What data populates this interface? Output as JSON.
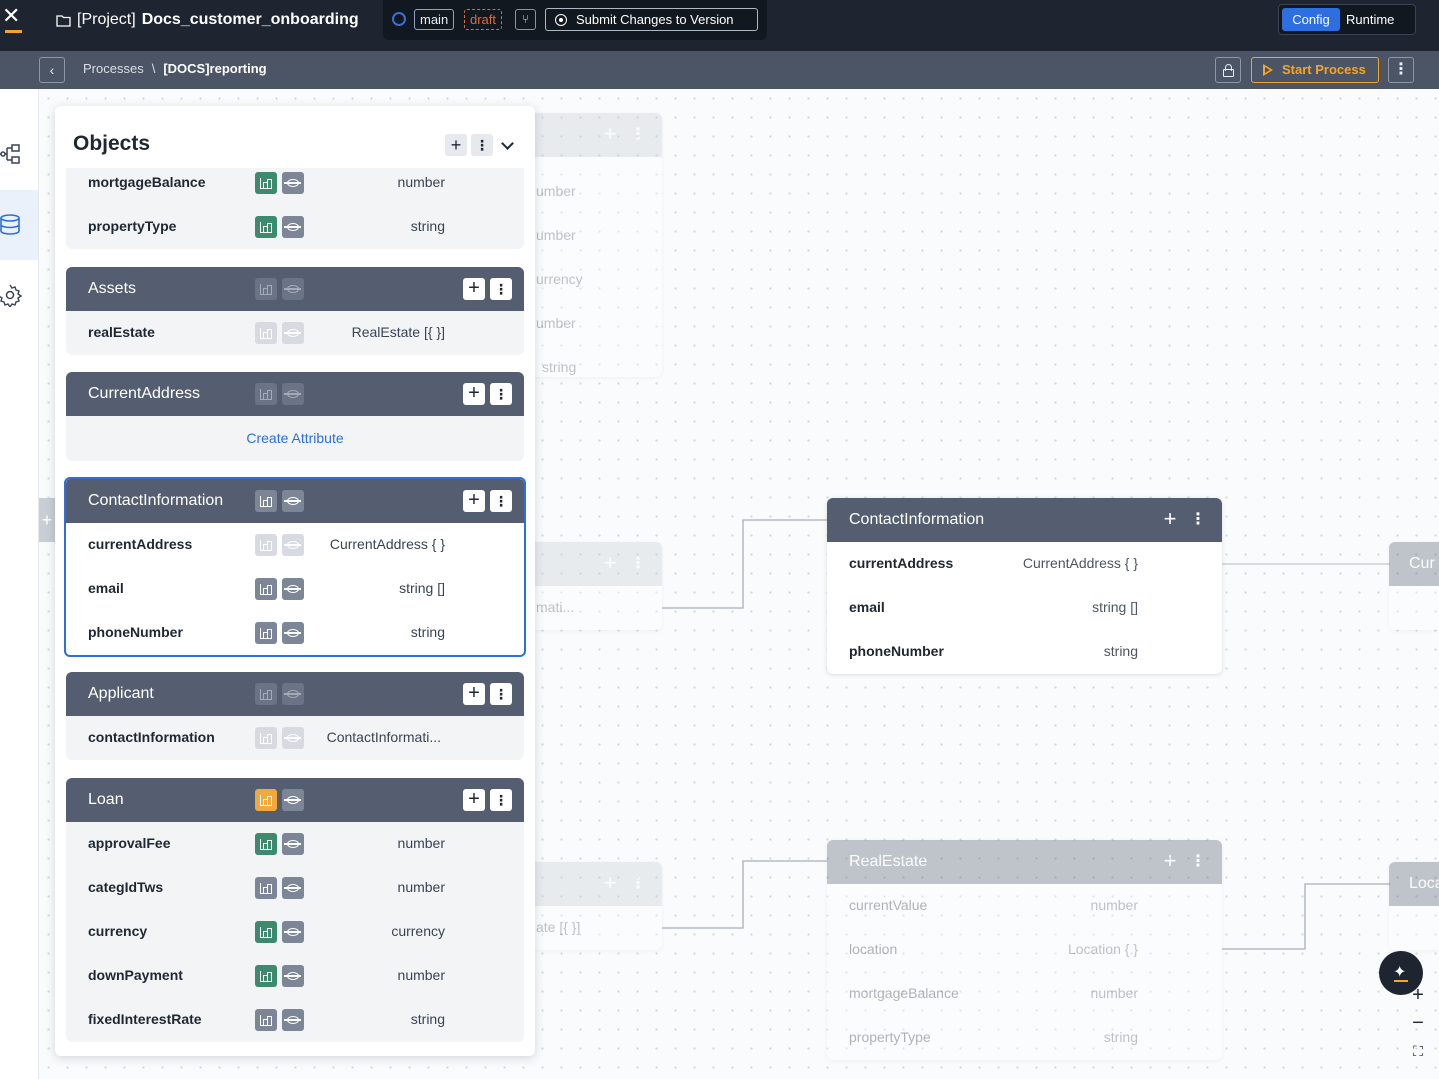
{
  "topbar": {
    "project_prefix": "[Project]",
    "project_name": "Docs_customer_onboarding",
    "branch": "main",
    "status": "draft",
    "submit_label": "Submit Changes to Version",
    "mode_config": "Config",
    "mode_runtime": "Runtime"
  },
  "subbar": {
    "breadcrumb_root": "Processes",
    "breadcrumb_sep": "\\",
    "breadcrumb_current": "[DOCS]reporting",
    "start_label": "Start Process"
  },
  "panel": {
    "title": "Objects",
    "top_partial": {
      "rows": [
        {
          "name": "mortgageBalance",
          "type": "number"
        },
        {
          "name": "propertyType",
          "type": "string"
        }
      ]
    },
    "objects": [
      {
        "title": "Assets",
        "rows": [
          {
            "name": "realEstate",
            "type": "RealEstate [{ }]"
          }
        ]
      },
      {
        "title": "CurrentAddress",
        "rows": [],
        "create_label": "Create Attribute"
      },
      {
        "title": "ContactInformation",
        "rows": [
          {
            "name": "currentAddress",
            "type": "CurrentAddress { }"
          },
          {
            "name": "email",
            "type": "string []"
          },
          {
            "name": "phoneNumber",
            "type": "string"
          }
        ]
      },
      {
        "title": "Applicant",
        "rows": [
          {
            "name": "contactInformation",
            "type": "ContactInformati..."
          }
        ]
      },
      {
        "title": "Loan",
        "rows": [
          {
            "name": "approvalFee",
            "type": "number"
          },
          {
            "name": "categIdTws",
            "type": "number"
          },
          {
            "name": "currency",
            "type": "currency"
          },
          {
            "name": "downPayment",
            "type": "number"
          },
          {
            "name": "fixedInterestRate",
            "type": "string"
          }
        ]
      }
    ]
  },
  "canvas": {
    "ghost_top_types": [
      "umber",
      "umber",
      "urrency",
      "umber",
      "string"
    ],
    "ghost_mid_type": "mati...",
    "ghost_bottom_type": "ate [{ }]",
    "contact_node": {
      "title": "ContactInformation",
      "rows": [
        {
          "name": "currentAddress",
          "type": "CurrentAddress { }"
        },
        {
          "name": "email",
          "type": "string []"
        },
        {
          "name": "phoneNumber",
          "type": "string"
        }
      ]
    },
    "realestate_node": {
      "title": "RealEstate",
      "rows": [
        {
          "name": "currentValue",
          "type": "number"
        },
        {
          "name": "location",
          "type": "Location { }"
        },
        {
          "name": "mortgageBalance",
          "type": "number"
        },
        {
          "name": "propertyType",
          "type": "string"
        }
      ]
    },
    "right_partial_1": "Cur",
    "right_partial_2": "Loca"
  },
  "icons": {
    "plus": "+",
    "kebab": "⋮",
    "back": "‹",
    "spark": "✦",
    "zoom_in": "+",
    "zoom_out": "−",
    "fit": "⛶"
  },
  "colors": {
    "topbar": "#1e2530",
    "subbar": "#4c5566",
    "header": "#545e70",
    "accent": "#2d6fe0",
    "start": "#f5a524",
    "green": "#3e8a6e",
    "draft": "#e2693c"
  }
}
